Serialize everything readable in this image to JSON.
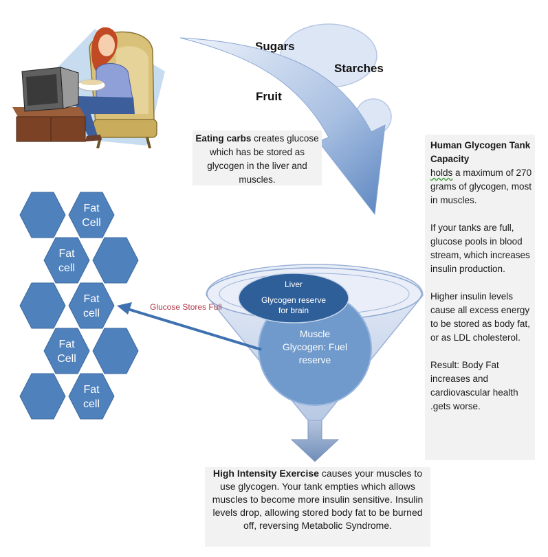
{
  "food_labels": {
    "sugars": "Sugars",
    "starches": "Starches",
    "fruit": "Fruit"
  },
  "carbs_box": {
    "bold": "Eating carbs",
    "text": " creates glucose which has be stored as glycogen in the liver and muscles."
  },
  "glycogen_box": {
    "title": "Human Glycogen Tank Capacity",
    "p1_word": "holds",
    "p1_rest": " a maximum of 270 grams of glycogen, most in muscles.",
    "p2": "If your tanks are full, glucose pools in blood stream, which increases insulin production.",
    "p3": "Higher insulin levels cause all excess energy to be stored as body fat, or as LDL cholesterol.",
    "p4": "Result: Body Fat increases and cardiovascular health .gets worse."
  },
  "cells": {
    "c1": [
      "Fat",
      "Cell"
    ],
    "c2": [
      "Fat",
      "cell"
    ],
    "c3": [
      "Fat",
      "cell"
    ],
    "c4": [
      "Fat",
      "Cell"
    ],
    "c5": [
      "Fat",
      "cell"
    ]
  },
  "glucose_arrow_label": "Glucose Stores Full",
  "liver": {
    "title": "Liver",
    "line1": "Glycogen reserve",
    "line2": "for brain"
  },
  "muscle": {
    "line1": "Muscle",
    "line2": "Glycogen: Fuel",
    "line3": "reserve"
  },
  "exercise_box": {
    "bold": "High Intensity Exercise",
    "text": " causes your muscles to use glycogen. Your tank empties which allows muscles to become more insulin sensitive.  Insulin levels drop, allowing stored body fat to be burned off, reversing Metabolic Syndrome."
  },
  "colors": {
    "hex_fill": "#4f81bd",
    "hex_stroke": "#3d6a9f",
    "liver_fill": "#2f5f99",
    "muscle_fill": "#5d8cc4",
    "glucose_label": "#b03a4a",
    "text_box_bg": "#f2f2f2"
  }
}
